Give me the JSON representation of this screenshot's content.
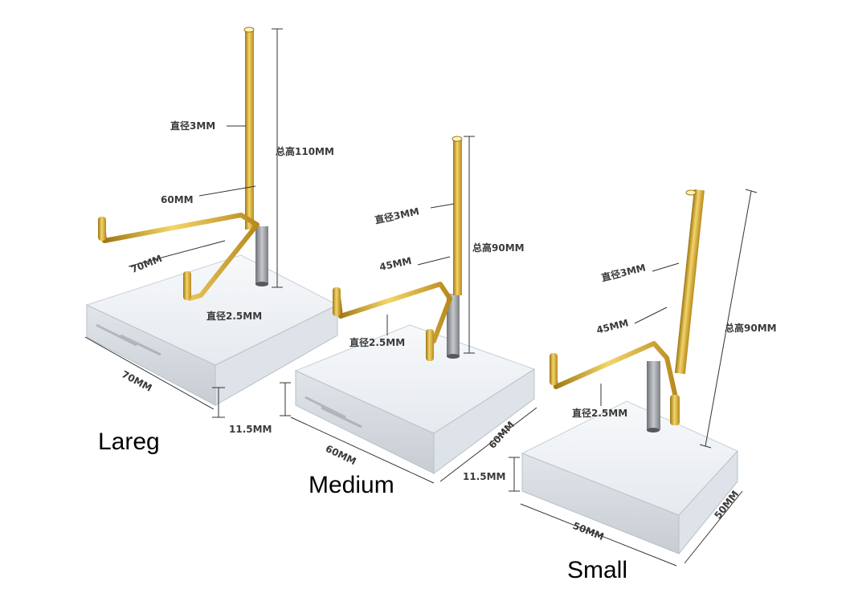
{
  "stands": [
    {
      "size_label": "Lareg",
      "rod_diameter": "直径3MM",
      "total_height": "总高110MM",
      "arm_length": "60MM",
      "base_depth": "70MM",
      "wire_diameter": "直径2.5MM",
      "base_width": "70MM",
      "base_thickness": "11.5MM"
    },
    {
      "size_label": "Medium",
      "rod_diameter": "直径3MM",
      "total_height": "总高90MM",
      "arm_length": "45MM",
      "wire_diameter": "直径2.5MM",
      "base_width": "60MM",
      "base_depth": "60MM",
      "base_thickness": "11.5MM"
    },
    {
      "size_label": "Small",
      "rod_diameter": "直径3MM",
      "total_height": "总高90MM",
      "arm_length": "45MM",
      "wire_diameter": "直径2.5MM",
      "base_width": "50MM",
      "base_depth": "50MM",
      "base_thickness": "11.5MM"
    }
  ],
  "colors": {
    "gold": "#d4a62a",
    "acrylic": "#eef1f4",
    "steel": "#8e9196",
    "dimension_line": "#333333"
  }
}
